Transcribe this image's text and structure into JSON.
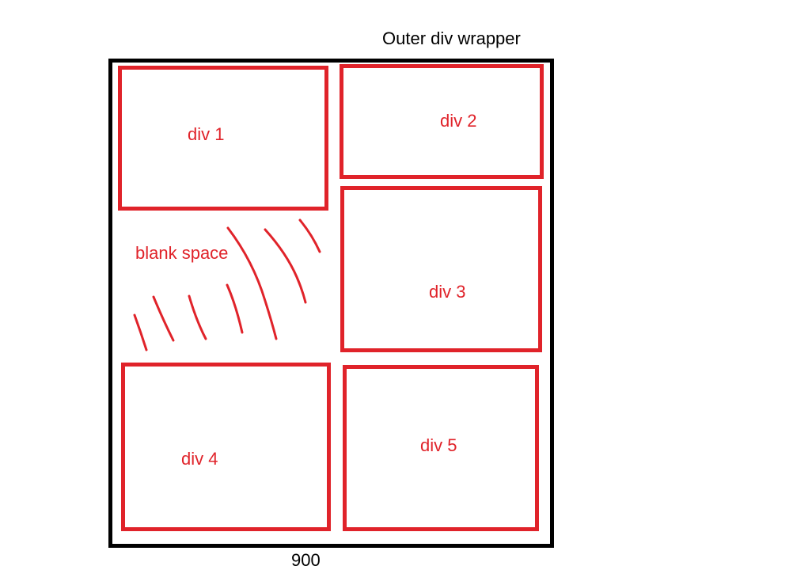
{
  "diagram": {
    "wrapper_title": "Outer div wrapper",
    "wrapper_width": "900",
    "divs": [
      {
        "label": "div 1"
      },
      {
        "label": "div 2"
      },
      {
        "label": "div 3"
      },
      {
        "label": "div 4"
      },
      {
        "label": "div 5"
      }
    ],
    "blank_space_label": "blank space",
    "colors": {
      "outline": "#000000",
      "div_border": "#e0232a",
      "annotation": "#e0232a"
    }
  }
}
